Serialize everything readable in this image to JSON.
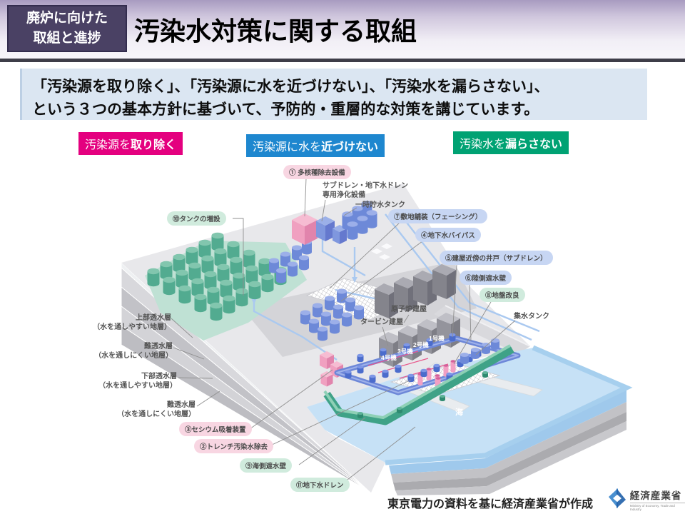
{
  "header": {
    "tag_line1": "廃炉に向けた",
    "tag_line2": "取組と進捗",
    "title": "汚染水対策に関する取組"
  },
  "intro": {
    "line1": "「汚染源を取り除く」、「汚染源に水を近づけない」、「汚染水を漏らさない」、",
    "line2": "という３つの基本方針に基づいて、予防的・重層的な対策を講じています。"
  },
  "strategies": [
    {
      "pre": "汚染源を",
      "bold": "取り除く",
      "color": "#e4007f"
    },
    {
      "pre": "汚染源に水を",
      "bold": "近づけない",
      "color": "#1e87cf"
    },
    {
      "pre": "汚染水を",
      "bold": "漏らさない",
      "color": "#00a273"
    }
  ],
  "diagram": {
    "labels": {
      "l1": "① 多核種除去設備",
      "subdrain1": "サブドレン・地下水ドレン",
      "subdrain2": "専用浄化設備",
      "tempTank": "一時貯水タンク",
      "l7": "⑦敷地舗装（フェーシング）",
      "l4": "④地下水バイパス",
      "l5": "⑤建屋近傍の井戸（サブドレン）",
      "l6": "⑥陸側遮水壁",
      "l8": "⑧地盤改良",
      "shusui": "集水タンク",
      "l10": "⑩タンクの増設",
      "reactor": "原子炉建屋",
      "turbine": "タービン建屋",
      "strataA1": "上部透水層",
      "strataA2": "（水を通しやすい地層）",
      "strataB1": "難透水層",
      "strataB2": "（水を通しにくい地層）",
      "strataC1": "下部透水層",
      "strataC2": "（水を通しやすい地層）",
      "strataD1": "難透水層",
      "strataD2": "（水を通しにくい地層）",
      "l3": "③セシウム吸着装置",
      "l2": "②トレンチ汚染水除去",
      "l9": "⑨海側遮水壁",
      "l11": "⑪地下水ドレン",
      "unit1": "1号機",
      "unit2": "2号機",
      "unit3": "3号機",
      "unit4": "4号機",
      "sea": "海"
    }
  },
  "footer": {
    "attribution": "東京電力の資料を基に経済産業省が作成",
    "logo_text": "経済産業省",
    "logo_sub": "Ministry of Economy, Trade and Industry"
  },
  "colors": {
    "accent_pink": "#e4007f",
    "accent_blue": "#1e87cf",
    "accent_green": "#00a273",
    "pill_pink": "#f8d6e2",
    "pill_blue": "#c7d6f3",
    "pill_green": "#d0ebdd",
    "sea": "#c6e1f6",
    "header_purple": "#4a4164"
  }
}
